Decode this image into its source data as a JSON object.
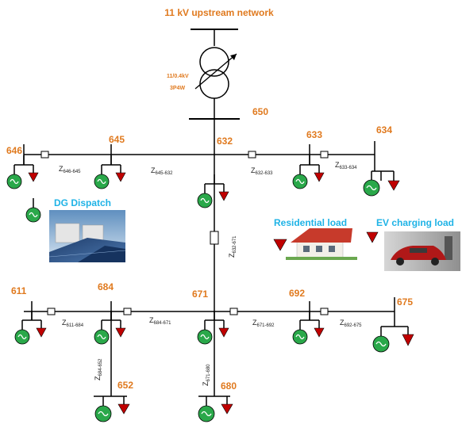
{
  "title": "11 kV upstream network",
  "transformer": {
    "rating": "11/0.4kV",
    "config": "3P4W"
  },
  "colors": {
    "bus_label": "#e07a1f",
    "legend_title": "#1fb3e6",
    "generator": "#2aa84a",
    "load": "#c00000",
    "line": "#000000"
  },
  "buses": {
    "650": "650",
    "632": "632",
    "633": "633",
    "634": "634",
    "645": "645",
    "646": "646",
    "671": "671",
    "684": "684",
    "611": "611",
    "652": "652",
    "692": "692",
    "675": "675",
    "680": "680"
  },
  "impedances": [
    {
      "main": "Z",
      "sub": "646-645"
    },
    {
      "main": "Z",
      "sub": "645-632"
    },
    {
      "main": "Z",
      "sub": "632-633"
    },
    {
      "main": "Z",
      "sub": "633-634"
    },
    {
      "main": "Z",
      "sub": "632-671"
    },
    {
      "main": "Z",
      "sub": "611-684"
    },
    {
      "main": "Z",
      "sub": "684-671"
    },
    {
      "main": "Z",
      "sub": "671-692"
    },
    {
      "main": "Z",
      "sub": "692-675"
    },
    {
      "main": "Z",
      "sub": "684-652"
    },
    {
      "main": "Z",
      "sub": "671-680"
    }
  ],
  "legend": {
    "dg_dispatch": "DG Dispatch",
    "residential_load": "Residential load",
    "ev_charging_load": "EV charging load"
  }
}
